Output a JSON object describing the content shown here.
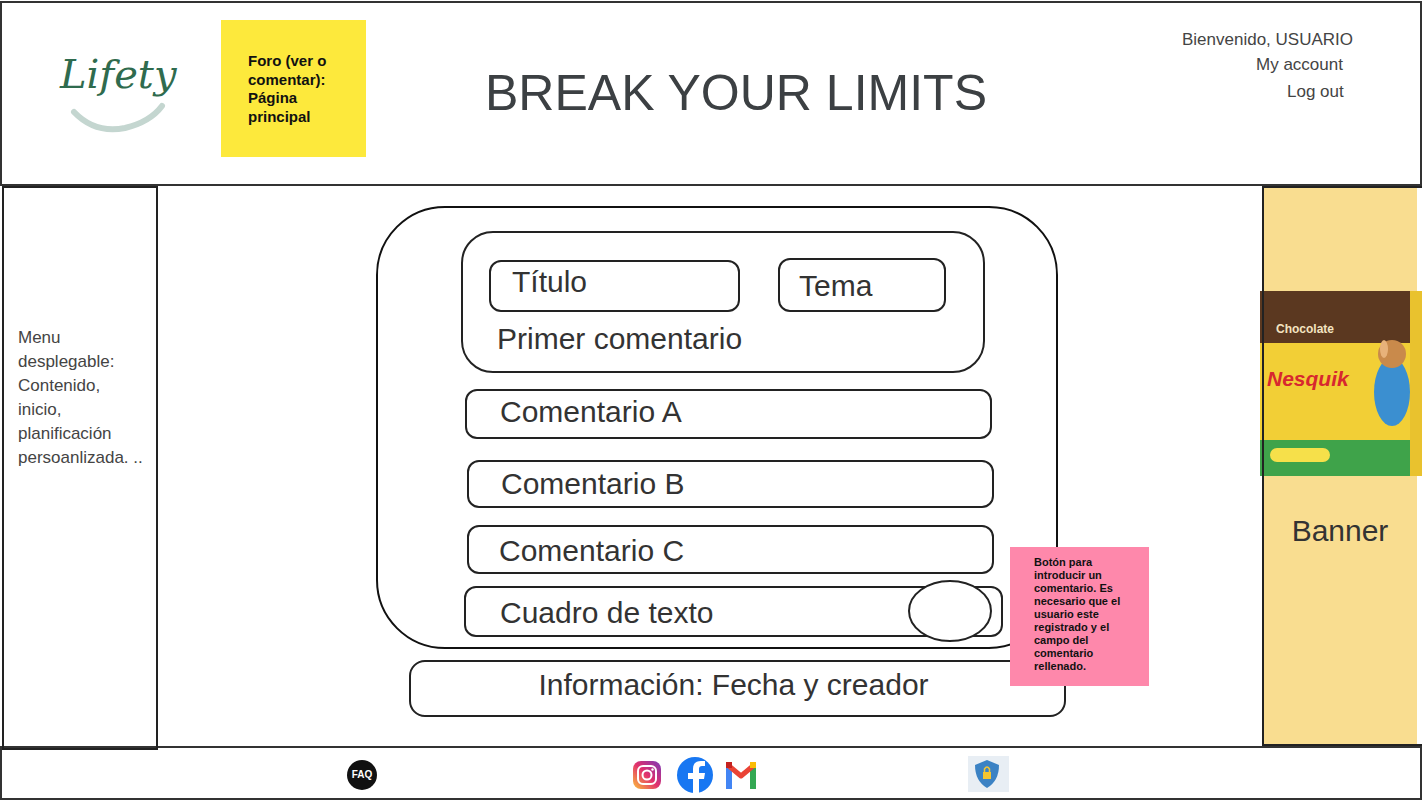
{
  "diagram": {
    "title": "BREAK YOUR LIMITS",
    "nodes": [
      {
        "text": [
          "Foro (ver o comentar): Página principal"
        ]
      },
      {
        "text": [
          "Menu desplegable: Contenido, inicio, planificación persoanlizada. .."
        ]
      },
      {
        "text": [
          "Primer comentario"
        ]
      },
      {
        "text": [
          "Título"
        ],
        "in": 2
      },
      {
        "text": [
          "Tema"
        ],
        "in": 2
      },
      {
        "text": [
          "Comentario A"
        ]
      },
      {
        "text": [
          "Comentario B"
        ]
      },
      {
        "text": [
          "Comentario C"
        ]
      },
      {
        "text": [
          "Cuadro de texto"
        ]
      },
      {
        "text": [
          "Información: Fecha y creador"
        ]
      },
      {
        "text": [
          "Botón para introducir un comentario. Es necesario que el usuario este registrado y el campo del comentario rellenado."
        ]
      },
      {
        "text": [
          "Banner"
        ]
      }
    ],
    "labels": [
      "Lifety",
      "Bienvenido, USUARIO",
      "My account",
      "Log out",
      "Chocolate",
      "Nesquik",
      "FAQ"
    ]
  }
}
